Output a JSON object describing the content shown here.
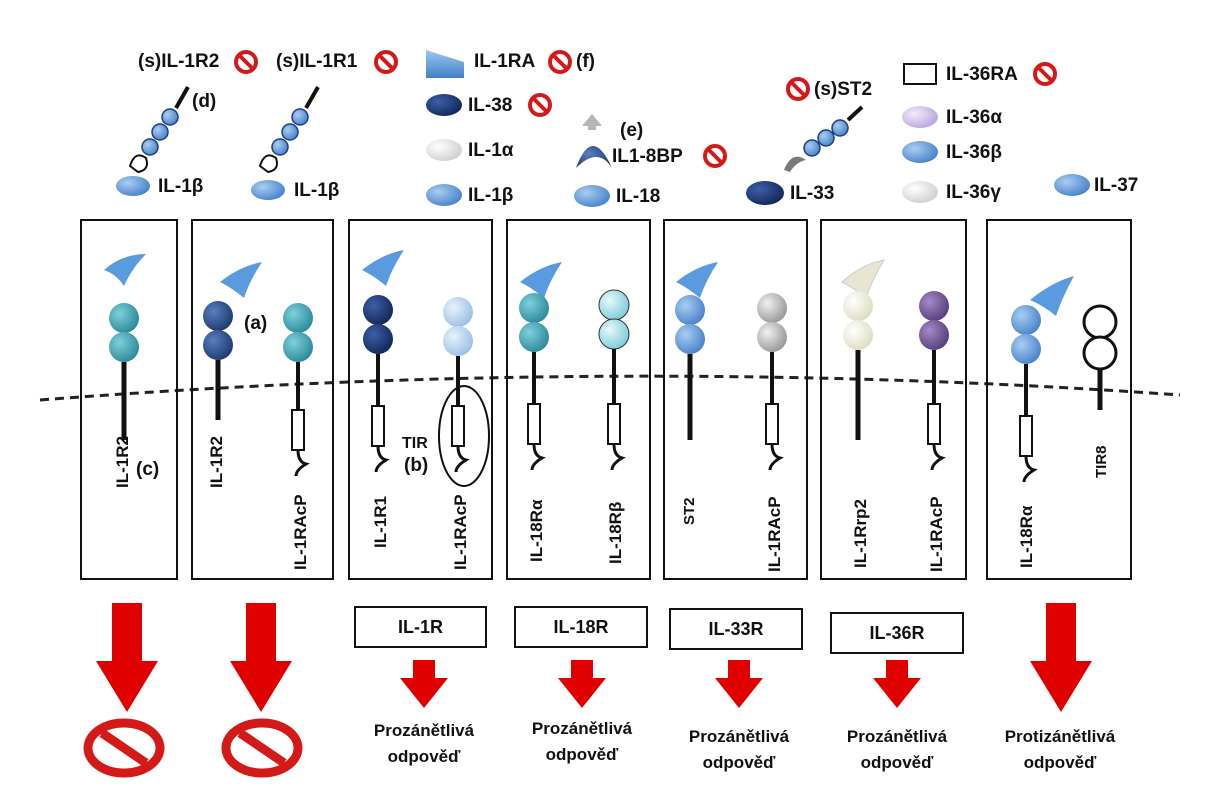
{
  "legend": {
    "sil1r2": "(s)IL-1R2",
    "sil1r1": "(s)IL-1R1",
    "il1ra": "IL-1RA",
    "il1ra_note": "(f)",
    "il38": "IL-38",
    "il1a": "IL-1α",
    "il1b": "IL-1β",
    "il18bp": "IL1-8BP",
    "il18bp_note": "(e)",
    "il18": "IL-18",
    "sst2": "(s)ST2",
    "il33": "IL-33",
    "il36ra": "IL-36RA",
    "il36a": "IL-36α",
    "il36b": "IL-36β",
    "il36g": "IL-36γ",
    "il37": "IL-37",
    "ligand_col1": "IL-1β",
    "ligand_col2": "IL-1β",
    "note_d": "(d)"
  },
  "receptors": {
    "p1_chain1": "IL-1R2",
    "p1_note": "(c)",
    "p2_chain1": "IL-1R2",
    "p2_chain2": "IL-1RAcP",
    "p2_note": "(a)",
    "p3_chain1": "IL-1R1",
    "p3_chain2": "IL-1RAcP",
    "p3_tir": "TIR",
    "p3_note": "(b)",
    "p4_chain1": "IL-18Rα",
    "p4_chain2": "IL-18Rβ",
    "p5_chain1": "ST2",
    "p5_chain2": "IL-1RAcP",
    "p6_chain1": "IL-1Rrp2",
    "p6_chain2": "IL-1RAcP",
    "p7_chain1": "IL-18Rα",
    "p7_chain2": "TIR8"
  },
  "complexes": [
    "IL-1R",
    "IL-18R",
    "IL-33R",
    "IL-36R"
  ],
  "outcomes": {
    "pro_line1": "Prozánětlivá",
    "pro_line2": "odpověď",
    "anti_line1": "Protizánětlivá",
    "anti_line2": "odpověď"
  },
  "colors": {
    "arrow": "#e00000",
    "blocked": "#d41919",
    "teal": "#2f98a8",
    "dark_blue": "#1f3f7a",
    "navy": "#15306a",
    "mid_blue": "#4a86cf",
    "light_blue": "#b8d6f0",
    "cyan": "#9fdfe8",
    "grey": "#b8b8b8",
    "cream": "#efefd6",
    "purple": "#6a4f8f",
    "lavender": "#c9b8e4",
    "membrane": "#222222"
  }
}
